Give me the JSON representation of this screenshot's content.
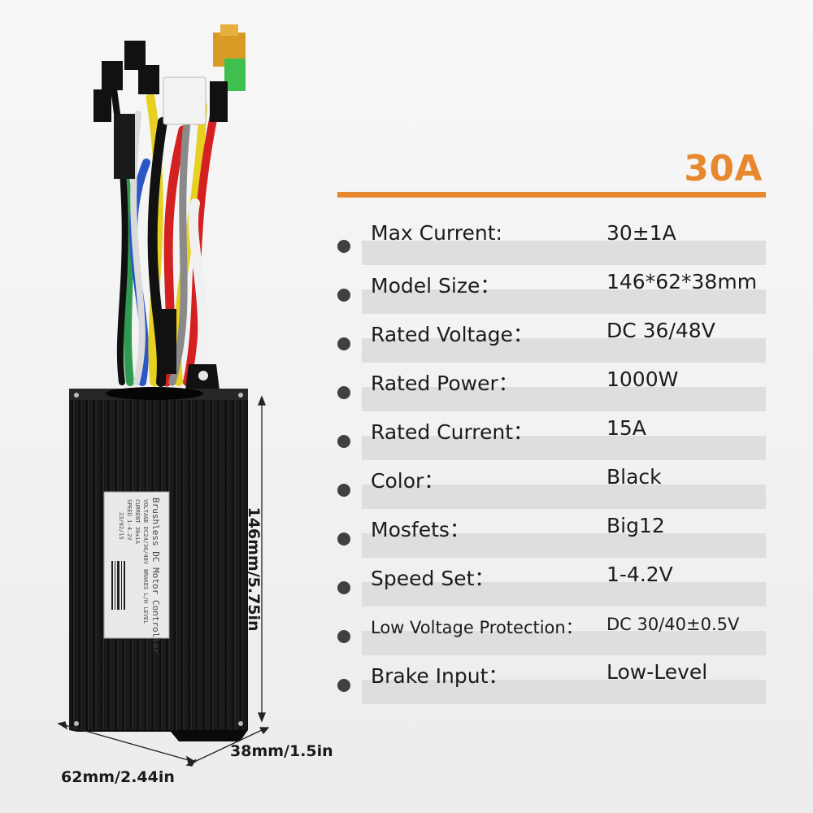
{
  "headline": "30A",
  "specs": [
    {
      "label": "Max Current:",
      "value": "30±1A"
    },
    {
      "label": "Model Size：",
      "value": "146*62*38mm"
    },
    {
      "label": "Rated Voltage：",
      "value": "DC 36/48V"
    },
    {
      "label": "Rated Power：",
      "value": "1000W"
    },
    {
      "label": "Rated Current：",
      "value": "15A"
    },
    {
      "label": "Color：",
      "value": "Black"
    },
    {
      "label": "Mosfets：",
      "value": "Big12"
    },
    {
      "label": "Speed Set：",
      "value": "1-4.2V"
    },
    {
      "label": "Low Voltage Protection：",
      "value": "DC 30/40±0.5V"
    },
    {
      "label": "Brake Input：",
      "value": "Low-Level"
    }
  ],
  "dimensions": {
    "height": "146mm/5.75in",
    "depth": "38mm/1.5in",
    "width": "62mm/2.44in"
  },
  "sticker": {
    "title": "Brushless DC Motor Controller",
    "line1": "VOLTAGE DC24/36/48V",
    "line2": "CURRENT 30±1A",
    "line3": "SPEED 1-4.2V",
    "line4": "BRAKES L/H LEVEL",
    "date": "23/02/15"
  },
  "colors": {
    "accent": "#e8882e",
    "bar": "#dedede",
    "housing": "#141414"
  }
}
